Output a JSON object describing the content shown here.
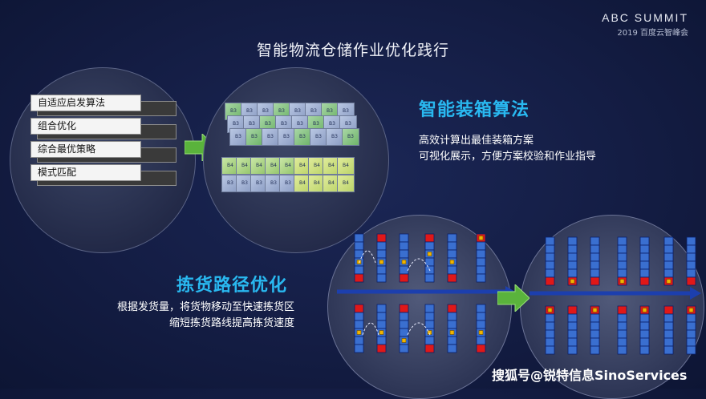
{
  "brand": {
    "title": "ABC SUMMIT",
    "subtitle": "2019 百度云智峰会"
  },
  "page_title": "智能物流仓储作业优化践行",
  "strategies": [
    "自适应启发算法",
    "组合优化",
    "综合最优策略",
    "模式匹配"
  ],
  "box_labels": {
    "b3": "B3",
    "b4": "B4"
  },
  "smart_packing": {
    "heading": "智能装箱算法",
    "lines": [
      "高效计算出最佳装箱方案",
      "可视化展示，方便方案校验和作业指导"
    ]
  },
  "picking": {
    "heading": "拣货路径优化",
    "lines": [
      "根据发货量，将货物移动至快速拣货区",
      "缩短拣货路线提高拣货速度"
    ]
  },
  "watermark": "搜狐号@锐特信息SinoServices",
  "colors": {
    "accent": "#29b8f0",
    "arrow_green": "#5ab33c",
    "shelf_blue": "#3a6fd0",
    "hot_red": "#e01818",
    "item_yellow": "#f0b400",
    "path_blue": "#1c3fae"
  }
}
